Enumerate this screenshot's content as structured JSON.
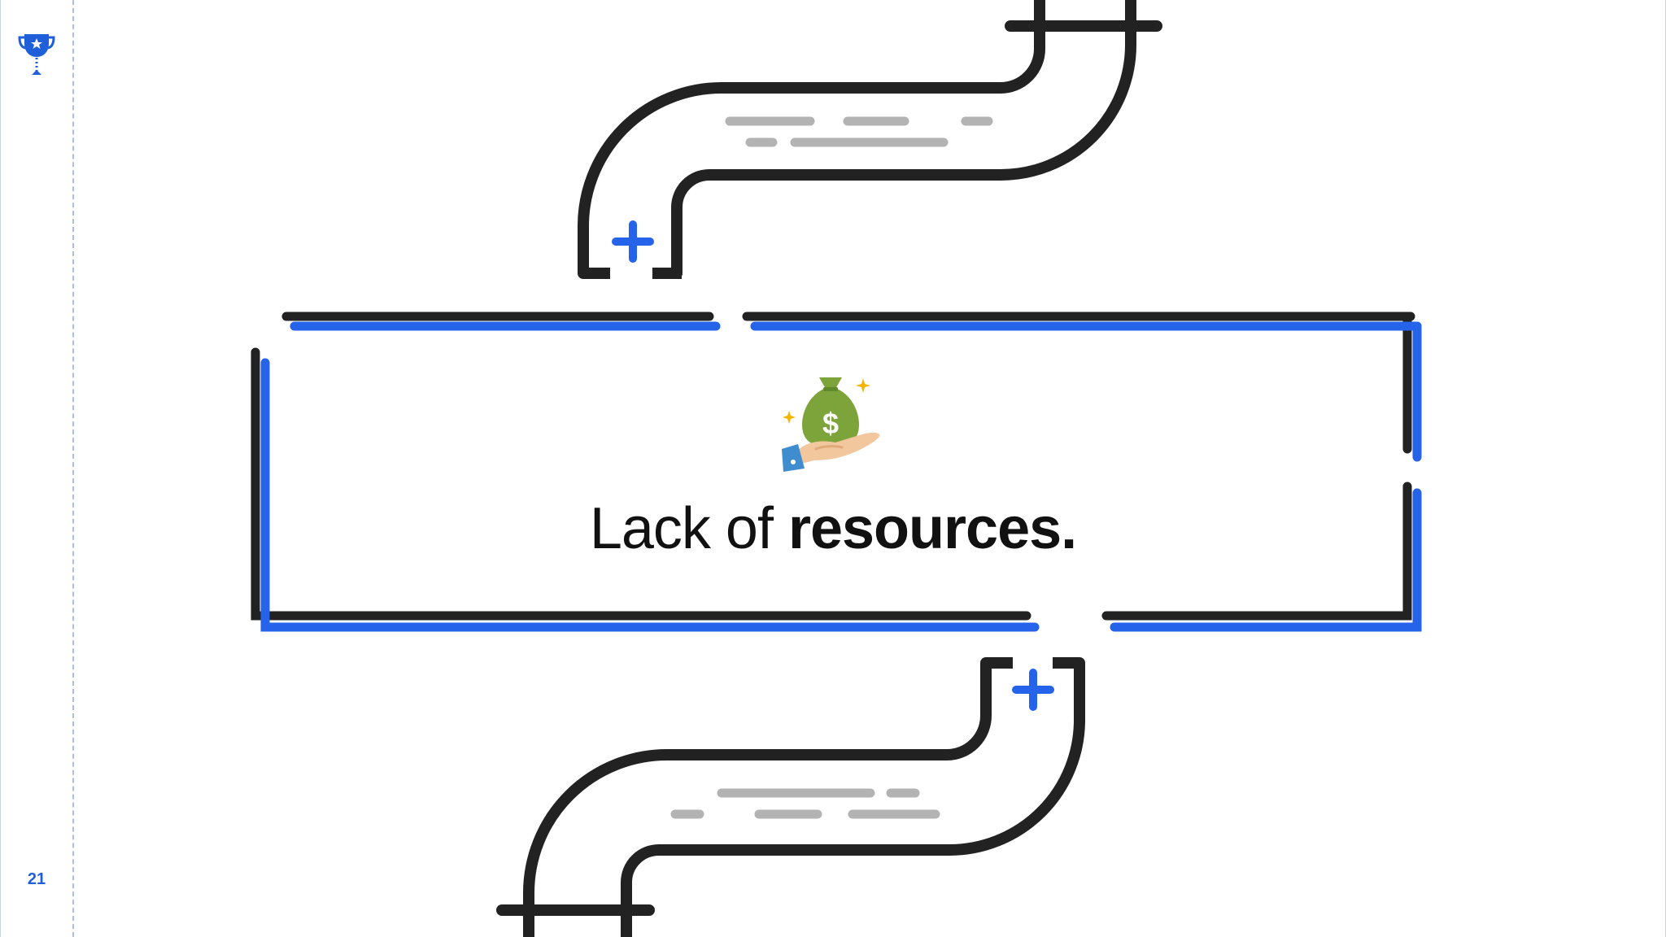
{
  "slide": {
    "page_number": "21",
    "headline_prefix": "Lack of ",
    "headline_emphasis": "resources."
  },
  "icons": {
    "sidebar_icon": "trophy-icon",
    "center_icon": "hand-holding-money-bag-icon",
    "pipe_marks": "plus-icon"
  },
  "colors": {
    "accent_blue": "#2563eb",
    "pipe_black": "#222222",
    "muted_gray": "#b3b3b3",
    "bag_green": "#7ca43b",
    "sparkle_gold": "#f4b400"
  }
}
